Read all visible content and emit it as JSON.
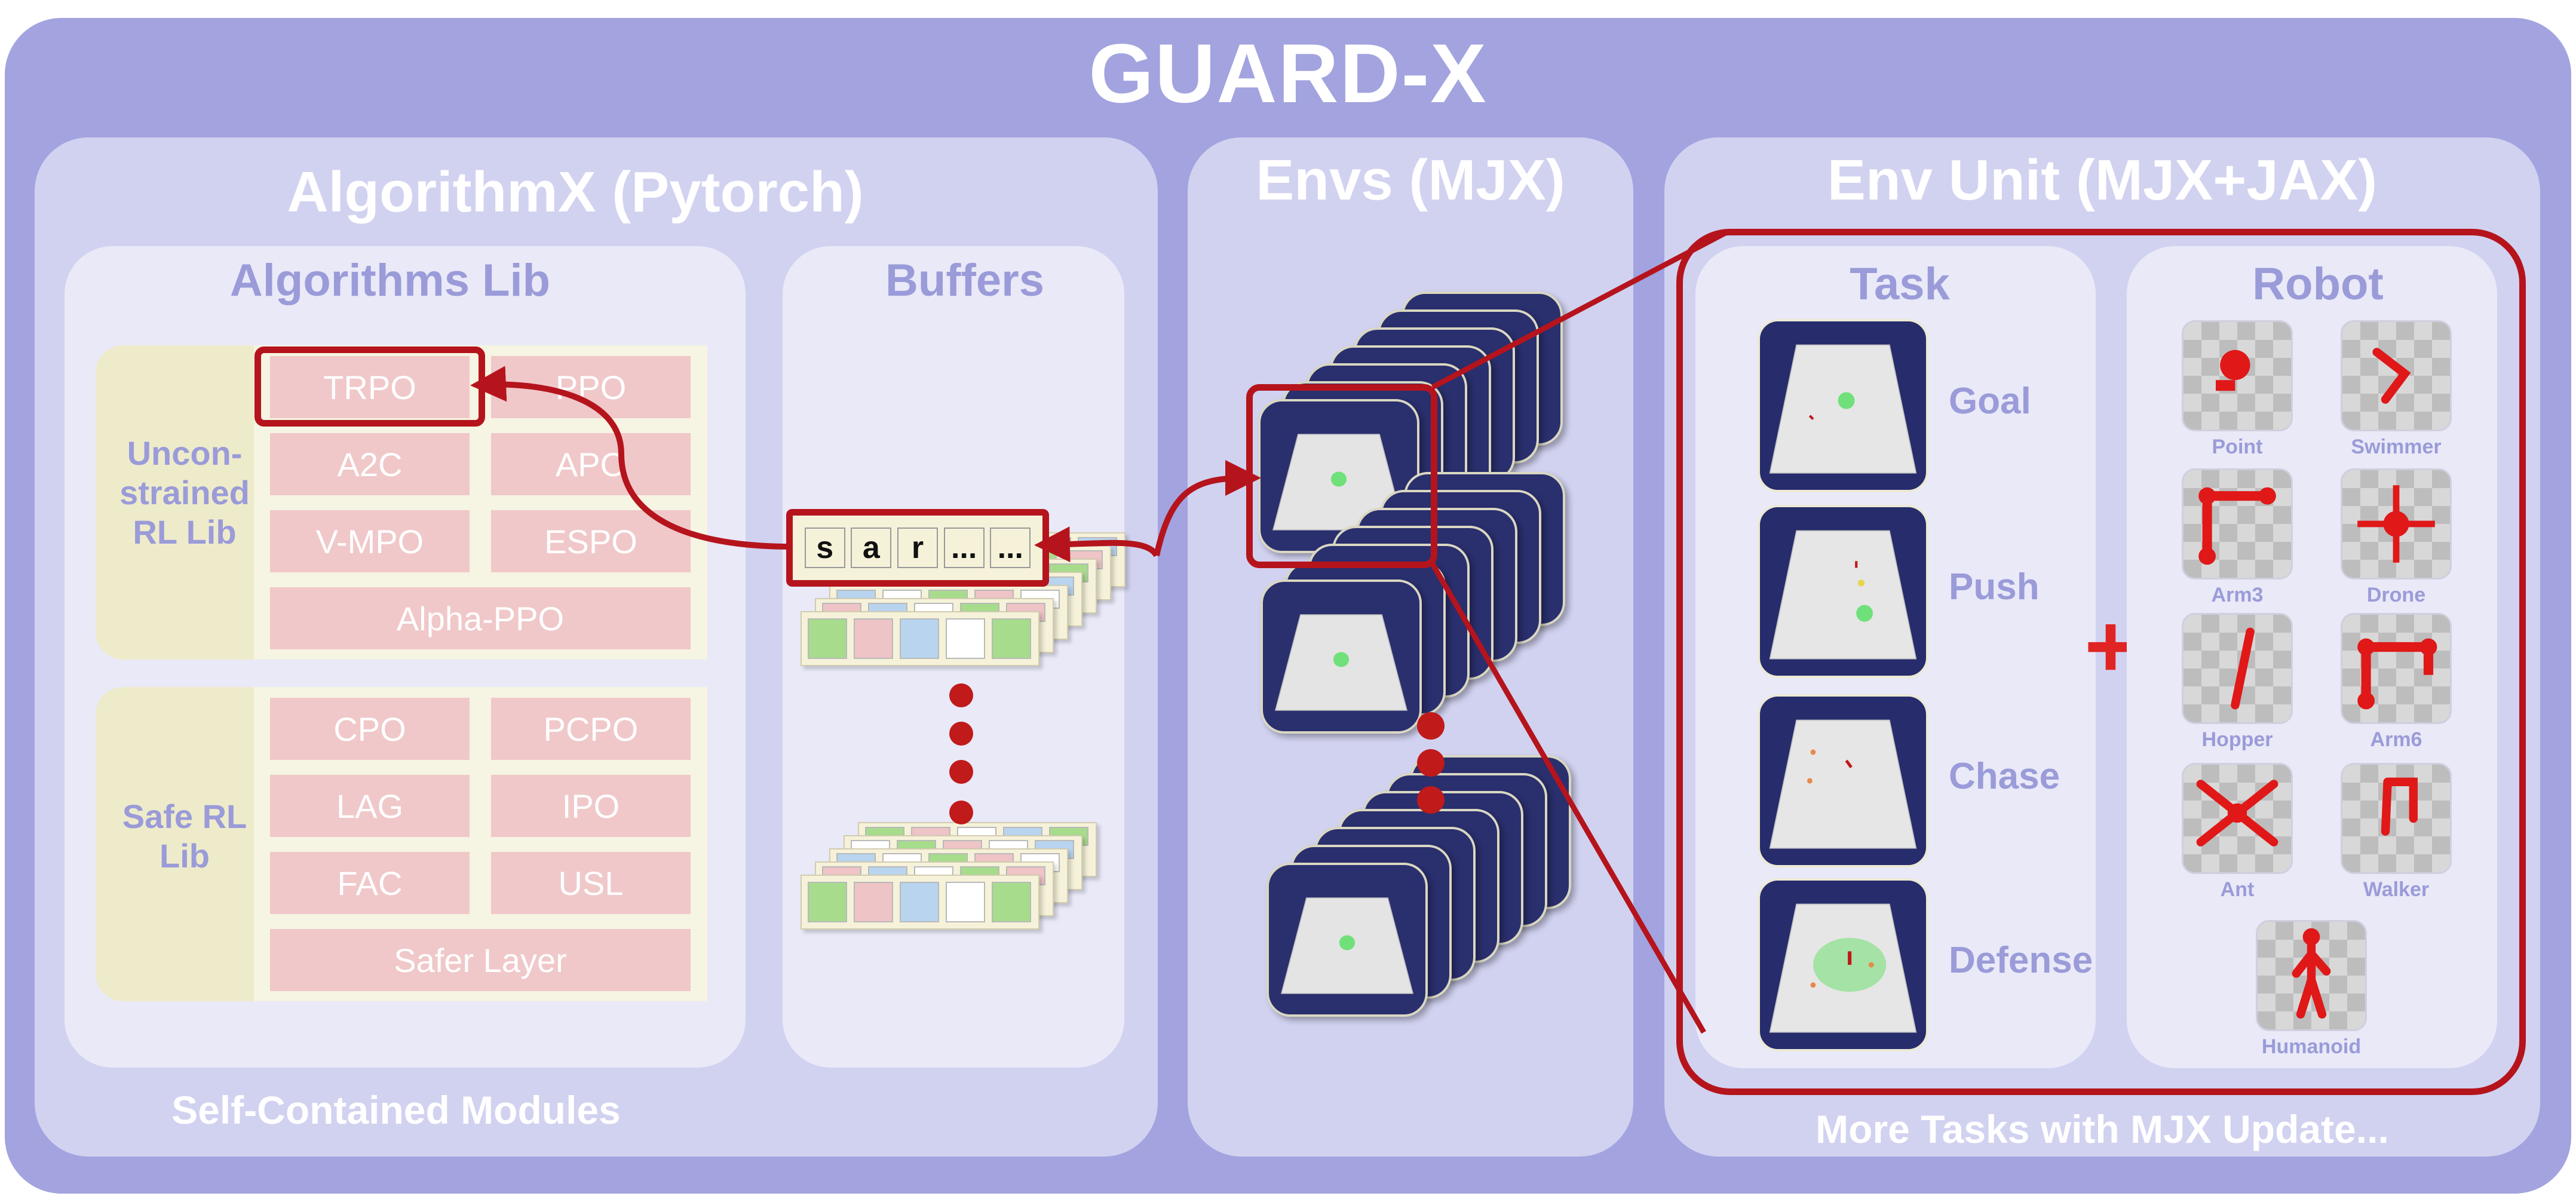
{
  "title": "GUARD-X",
  "algorithmx": {
    "title": "AlgorithmX (Pytorch)",
    "footer": "Self-Contained Modules",
    "algorithms_lib": {
      "title": "Algorithms Lib",
      "unconstrained": {
        "label": "Uncon-\nstrained\nRL Lib",
        "items": [
          "TRPO",
          "PPO",
          "A2C",
          "APO",
          "V-MPO",
          "ESPO",
          "Alpha-PPO"
        ],
        "highlighted": "TRPO"
      },
      "safe": {
        "label": "Safe RL\nLib",
        "items": [
          "CPO",
          "PCPO",
          "LAG",
          "IPO",
          "FAC",
          "USL",
          "Safer Layer"
        ]
      }
    },
    "buffers": {
      "title": "Buffers",
      "tokens": [
        "s",
        "a",
        "r",
        "...",
        "..."
      ],
      "token_colors": [
        "#b8d4ef",
        "#eec4c6",
        "#ffffff",
        "#ffffff",
        "#a6dc8c"
      ]
    }
  },
  "envs": {
    "title": "Envs (MJX)"
  },
  "env_unit": {
    "title": "Env Unit (MJX+JAX)",
    "footer": "More Tasks with MJX Update...",
    "task": {
      "title": "Task",
      "items": [
        "Goal",
        "Push",
        "Chase",
        "Defense"
      ]
    },
    "plus": "+",
    "robot": {
      "title": "Robot",
      "items": [
        "Point",
        "Swimmer",
        "Arm3",
        "Drone",
        "Hopper",
        "Arm6",
        "Ant",
        "Walker",
        "Humanoid"
      ]
    }
  },
  "colors": {
    "outer": "#a2a3df",
    "panel": "#d1d2f0",
    "inner": "#e9e9f8",
    "accent_red": "#b5141c",
    "lib_cell": "#f0c8c9",
    "lib_bg": "#eeebcb",
    "env_dark": "#2a2f6e",
    "robot_red": "#e01818",
    "goal_green": "#6fe07a"
  }
}
